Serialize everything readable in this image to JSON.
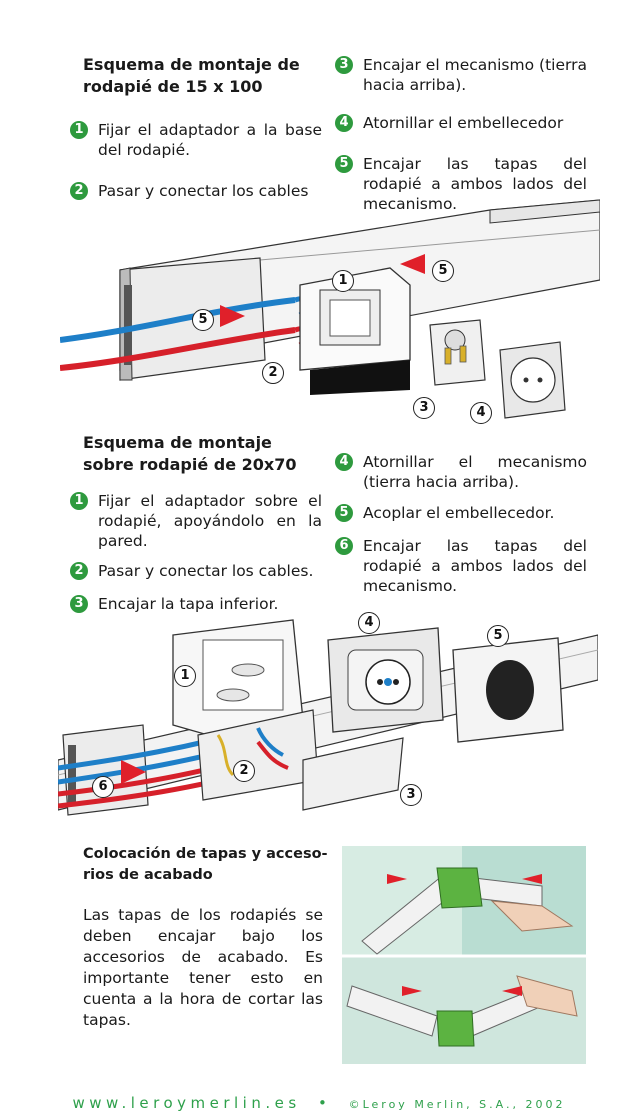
{
  "section1": {
    "title_line1": "Esquema de montaje de",
    "title_line2": "rodapié de 15 x 100",
    "steps_left": [
      {
        "num": "1",
        "text": "Fijar el adaptador a la base del rodapié."
      },
      {
        "num": "2",
        "text": "Pasar y conectar los cables"
      }
    ],
    "steps_right": [
      {
        "num": "3",
        "text": "Encajar el mecanismo (tierra hacia arriba)."
      },
      {
        "num": "4",
        "text": "Atornillar el embellecedor"
      },
      {
        "num": "5",
        "text": "Encajar las tapas del rodapié a ambos lados del mecanismo."
      }
    ],
    "callouts": [
      "1",
      "5",
      "5",
      "2",
      "3",
      "4"
    ]
  },
  "section2": {
    "title_line1": "Esquema de montaje",
    "title_line2": "sobre rodapié de 20x70",
    "steps_left": [
      {
        "num": "1",
        "text": "Fijar el adaptador sobre el rodapié, apoyándolo en la pared."
      },
      {
        "num": "2",
        "text": "Pasar y conectar los cables."
      },
      {
        "num": "3",
        "text": "Encajar la tapa inferior."
      }
    ],
    "steps_right": [
      {
        "num": "4",
        "text": "Atornillar el mecanismo (tierra hacia arriba)."
      },
      {
        "num": "5",
        "text": "Acoplar el embellecedor."
      },
      {
        "num": "6",
        "text": "Encajar las tapas del rodapié a ambos lados del mecanismo."
      }
    ],
    "callouts": [
      "4",
      "5",
      "1",
      "2",
      "6",
      "3"
    ]
  },
  "section3": {
    "title_line1": "Colocación de tapas y acceso-",
    "title_line2": "rios de acabado",
    "body": "Las tapas de los rodapiés se deben encajar bajo los accesorios de acabado. Es importante tener esto en cuenta a la hora de cortar las tapas."
  },
  "footer": {
    "website": "www.leroymerlin.es",
    "separator": "•",
    "copyright": "©Leroy Merlin, S.A., 2002"
  },
  "colors": {
    "accent_green": "#2e9a3e",
    "arrow_red": "#e0202a",
    "cable_blue": "#1e7fc8",
    "cable_red": "#d6202a",
    "panel_teal": "#cfe6dd",
    "accessory_green": "#5cb341"
  }
}
